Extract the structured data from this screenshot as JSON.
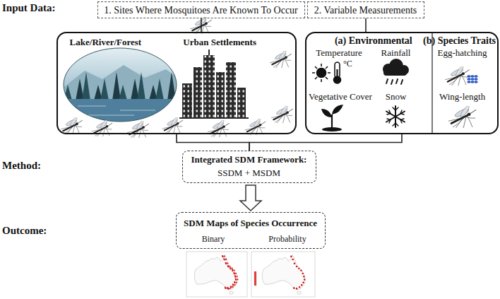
{
  "diagram": {
    "nodes": [
      {
        "text": [
          "1. Sites Where Mosquitoes Are Known To Occur"
        ]
      },
      {
        "text": [
          "2. Variable Measurements"
        ]
      },
      {
        "text": [
          "Lake/River/Forest",
          "Urban Settlements"
        ]
      },
      {
        "text": [
          "(a) Environmental",
          "Temperature",
          "Rainfall",
          "Vegetative Cover",
          "Snow",
          "(b) Species Traits",
          "Egg-hatching",
          "Wing-length"
        ]
      },
      {
        "text": [
          "Integrated SDM Framework:",
          "SSDM + MSDM"
        ]
      },
      {
        "text": [
          "SDM Maps of Species Occurrence",
          "Binary",
          "Probability"
        ]
      }
    ],
    "edges": [
      {
        "from": 0,
        "to": 2,
        "arrow": "none"
      },
      {
        "from": 1,
        "to": 3,
        "arrow": "none"
      },
      {
        "from": 2,
        "to": 4,
        "arrow": "none"
      },
      {
        "from": 3,
        "to": 4,
        "arrow": "none"
      },
      {
        "from": 4,
        "to": 5,
        "arrow": "to"
      }
    ],
    "labels": [
      "Input Data:",
      "°C",
      "Method:",
      "Outcome:"
    ]
  }
}
